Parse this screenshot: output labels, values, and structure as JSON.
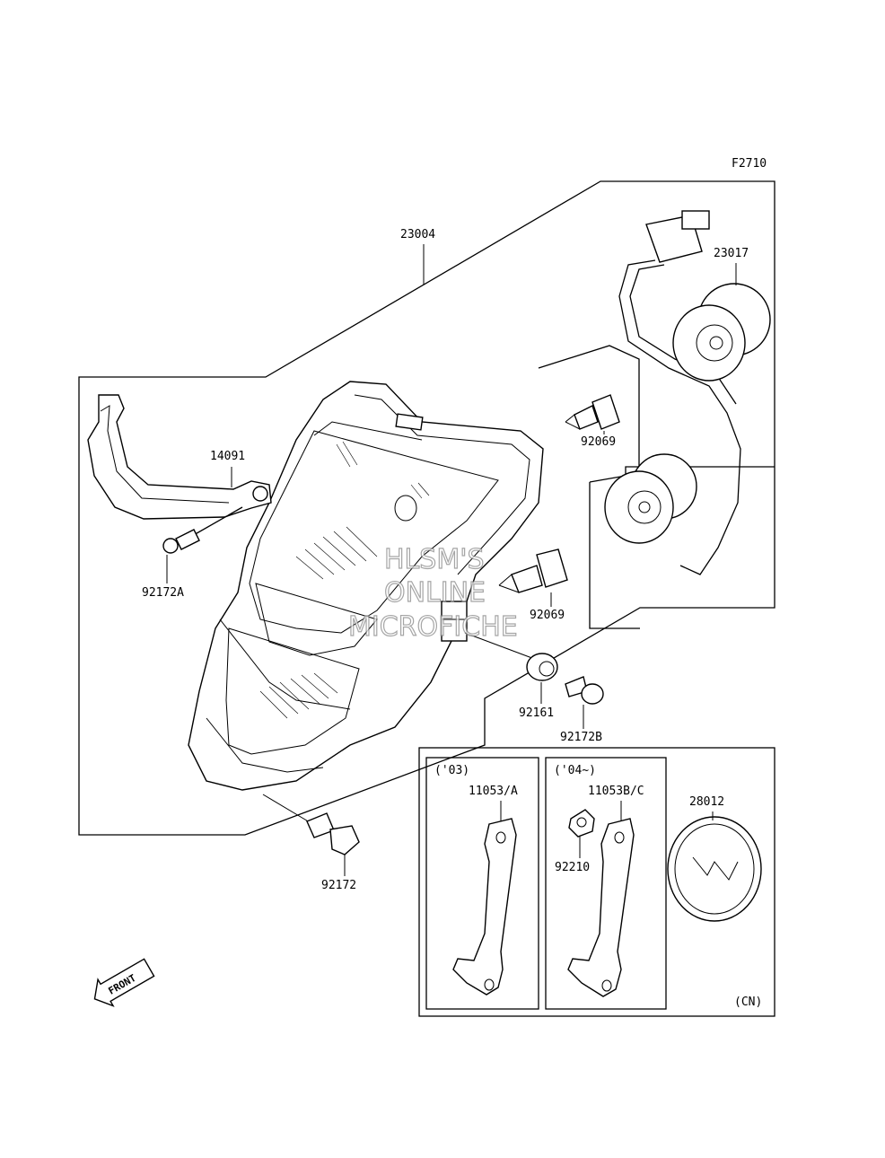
{
  "figure_code": "F2710",
  "callouts": {
    "headlight_assy": "23004",
    "socket_assy": "23017",
    "bracket": "14091",
    "screw_left": "92172A",
    "bulb_upper": "92069",
    "bulb_lower": "92069",
    "grommet": "92161",
    "screw_right": "92172B",
    "bolt_bottom": "92172",
    "stay_03": "11053/A",
    "stay_04": "11053B/C",
    "nut": "92210",
    "label_plate": "28012"
  },
  "variants": {
    "year_03": "('03)",
    "year_04": "('04~)",
    "market": "(CN)"
  },
  "front_arrow": "FRONT",
  "watermark": [
    "HLSM'S",
    "ONLINE",
    "MICROFICHE"
  ],
  "icons": [
    "front-arrow-icon"
  ]
}
